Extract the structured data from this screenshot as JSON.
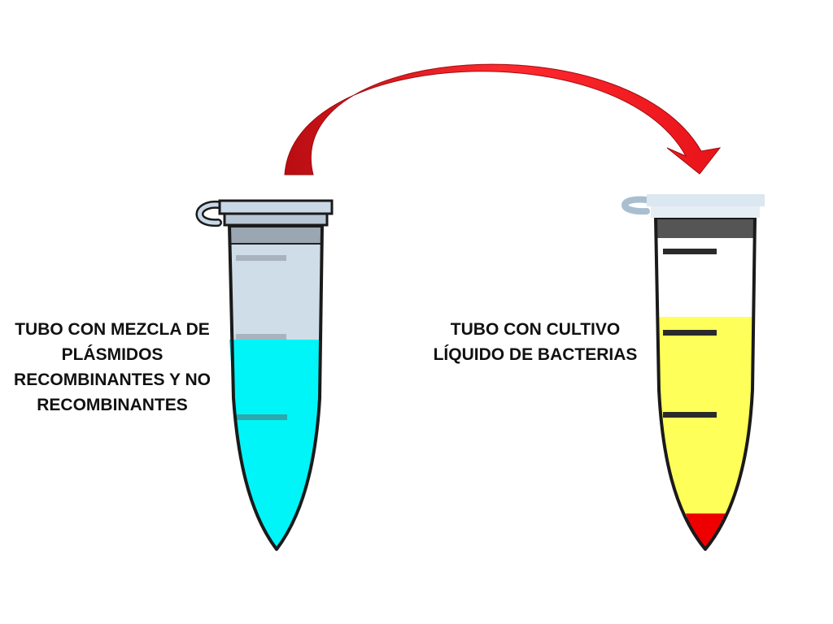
{
  "slide": {
    "background": "#ffffff"
  },
  "left_tube": {
    "label_lines": [
      "TUBO CON MEZCLA DE",
      "PLÁSMIDOS",
      "RECOMBINANTES Y NO",
      "RECOMBINANTES"
    ],
    "liquid_color": "#00f5f8",
    "tube_color": "#cfdde8",
    "cap_color": "#c8d8e6"
  },
  "right_tube": {
    "label_lines": [
      "TUBO CON CULTIVO",
      "LÍQUIDO DE BACTERIAS"
    ],
    "liquid_color": "#ffff5a",
    "sediment_color": "#ee0000",
    "cap_color": "#dbe7f1"
  },
  "arrow": {
    "color": "#e8141a",
    "icon": "curved-arrow-icon"
  }
}
